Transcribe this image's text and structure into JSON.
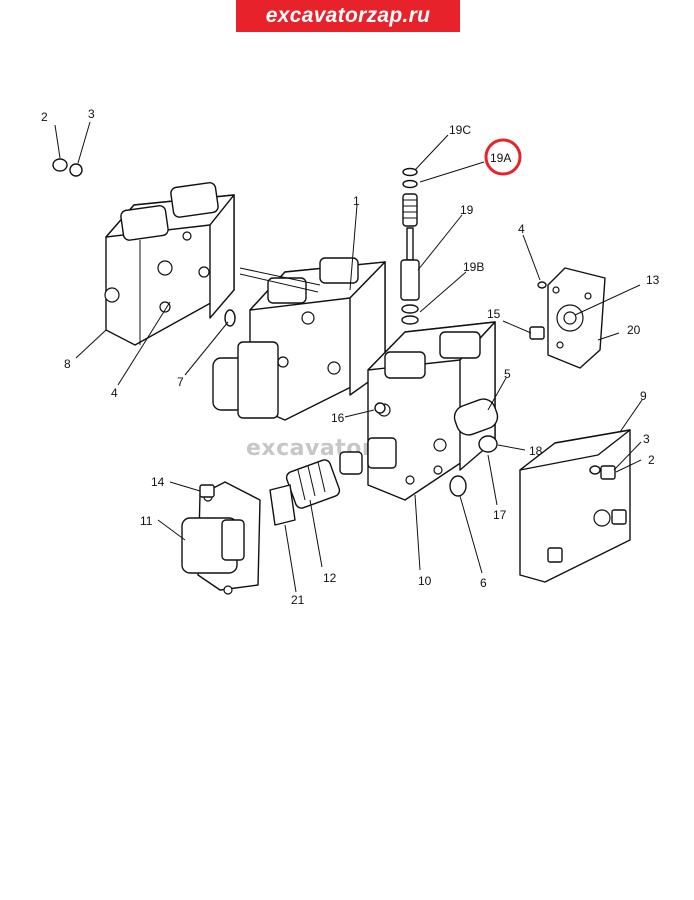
{
  "site": {
    "brand": "excavatorzap.ru",
    "watermark": "excavatorzap.ru"
  },
  "highlight": {
    "label": "19A",
    "color": "#e8222a"
  },
  "callouts": {
    "c2a": "2",
    "c3a": "3",
    "c19c": "19C",
    "c19a": "19A",
    "c1": "1",
    "c19": "19",
    "c4a": "4",
    "c19b": "19B",
    "c13": "13",
    "c15": "15",
    "c20": "20",
    "c8": "8",
    "c4b": "4",
    "c7": "7",
    "c5": "5",
    "c16": "16",
    "c9": "9",
    "c18": "18",
    "c3b": "3",
    "c2b": "2",
    "c14": "14",
    "c17": "17",
    "c11": "11",
    "c12": "12",
    "c10": "10",
    "c6": "6",
    "c21": "21"
  }
}
